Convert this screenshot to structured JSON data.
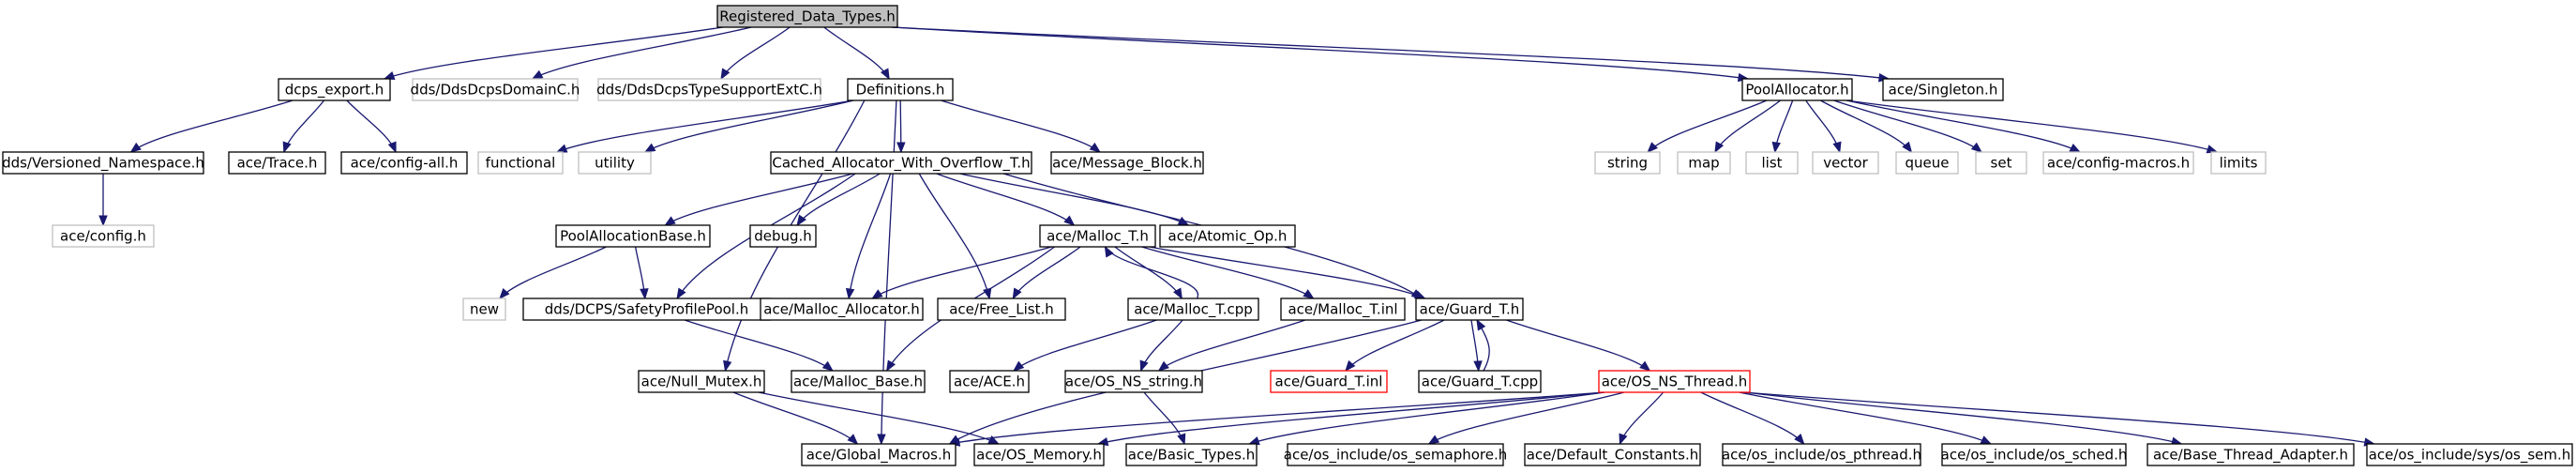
{
  "diagram": {
    "colors": {
      "edge": "#191970",
      "root_fill": "#bfbfbf",
      "doc_border": "#000000",
      "external_border": "#bfbfbf",
      "incomplete_border": "#ff0000"
    },
    "nodes": [
      {
        "id": "root",
        "label": "Registered_Data_Types.h",
        "kind": "root"
      },
      {
        "id": "dcps_export",
        "label": "dcps_export.h",
        "kind": "doc"
      },
      {
        "id": "domainC",
        "label": "dds/DdsDcpsDomainC.h",
        "kind": "ext"
      },
      {
        "id": "typesupport",
        "label": "dds/DdsDcpsTypeSupportExtC.h",
        "kind": "ext"
      },
      {
        "id": "definitions",
        "label": "Definitions.h",
        "kind": "doc"
      },
      {
        "id": "poolalloc",
        "label": "PoolAllocator.h",
        "kind": "doc"
      },
      {
        "id": "singleton",
        "label": "ace/Singleton.h",
        "kind": "doc"
      },
      {
        "id": "versioned",
        "label": "dds/Versioned_Namespace.h",
        "kind": "doc"
      },
      {
        "id": "trace",
        "label": "ace/Trace.h",
        "kind": "doc"
      },
      {
        "id": "configall",
        "label": "ace/config-all.h",
        "kind": "doc"
      },
      {
        "id": "functional",
        "label": "functional",
        "kind": "ext"
      },
      {
        "id": "utility",
        "label": "utility",
        "kind": "ext"
      },
      {
        "id": "cached",
        "label": "Cached_Allocator_With_Overflow_T.h",
        "kind": "doc"
      },
      {
        "id": "msgblock",
        "label": "ace/Message_Block.h",
        "kind": "doc"
      },
      {
        "id": "string",
        "label": "string",
        "kind": "ext"
      },
      {
        "id": "map",
        "label": "map",
        "kind": "ext"
      },
      {
        "id": "list",
        "label": "list",
        "kind": "ext"
      },
      {
        "id": "vector",
        "label": "vector",
        "kind": "ext"
      },
      {
        "id": "queue",
        "label": "queue",
        "kind": "ext"
      },
      {
        "id": "set",
        "label": "set",
        "kind": "ext"
      },
      {
        "id": "configmacros",
        "label": "ace/config-macros.h",
        "kind": "ext"
      },
      {
        "id": "limits",
        "label": "limits",
        "kind": "ext"
      },
      {
        "id": "aceconfig",
        "label": "ace/config.h",
        "kind": "ext"
      },
      {
        "id": "poolbase",
        "label": "PoolAllocationBase.h",
        "kind": "doc"
      },
      {
        "id": "debug",
        "label": "debug.h",
        "kind": "doc"
      },
      {
        "id": "mallocT",
        "label": "ace/Malloc_T.h",
        "kind": "doc"
      },
      {
        "id": "atomic",
        "label": "ace/Atomic_Op.h",
        "kind": "doc"
      },
      {
        "id": "new",
        "label": "new",
        "kind": "ext"
      },
      {
        "id": "safety",
        "label": "dds/DCPS/SafetyProfilePool.h",
        "kind": "doc"
      },
      {
        "id": "mallocalloc",
        "label": "ace/Malloc_Allocator.h",
        "kind": "doc"
      },
      {
        "id": "freelist",
        "label": "ace/Free_List.h",
        "kind": "doc"
      },
      {
        "id": "mallocTcpp",
        "label": "ace/Malloc_T.cpp",
        "kind": "doc"
      },
      {
        "id": "mallocTinl",
        "label": "ace/Malloc_T.inl",
        "kind": "doc"
      },
      {
        "id": "guardT",
        "label": "ace/Guard_T.h",
        "kind": "doc"
      },
      {
        "id": "nullmutex",
        "label": "ace/Null_Mutex.h",
        "kind": "doc"
      },
      {
        "id": "mallocbase",
        "label": "ace/Malloc_Base.h",
        "kind": "doc"
      },
      {
        "id": "aceh",
        "label": "ace/ACE.h",
        "kind": "doc"
      },
      {
        "id": "osnsstring",
        "label": "ace/OS_NS_string.h",
        "kind": "doc"
      },
      {
        "id": "guardTinl",
        "label": "ace/Guard_T.inl",
        "kind": "red"
      },
      {
        "id": "guardTcpp",
        "label": "ace/Guard_T.cpp",
        "kind": "doc"
      },
      {
        "id": "osnsthread",
        "label": "ace/OS_NS_Thread.h",
        "kind": "red"
      },
      {
        "id": "globalmacros",
        "label": "ace/Global_Macros.h",
        "kind": "doc"
      },
      {
        "id": "osmemory",
        "label": "ace/OS_Memory.h",
        "kind": "doc"
      },
      {
        "id": "basictypes",
        "label": "ace/Basic_Types.h",
        "kind": "doc"
      },
      {
        "id": "ossemaphore",
        "label": "ace/os_include/os_semaphore.h",
        "kind": "doc"
      },
      {
        "id": "defconst",
        "label": "ace/Default_Constants.h",
        "kind": "doc"
      },
      {
        "id": "ospthread",
        "label": "ace/os_include/os_pthread.h",
        "kind": "doc"
      },
      {
        "id": "ossched",
        "label": "ace/os_include/os_sched.h",
        "kind": "doc"
      },
      {
        "id": "basethread",
        "label": "ace/Base_Thread_Adapter.h",
        "kind": "doc"
      },
      {
        "id": "syssem",
        "label": "ace/os_include/sys/os_sem.h",
        "kind": "doc"
      }
    ],
    "edges": [
      [
        "root",
        "dcps_export"
      ],
      [
        "root",
        "domainC"
      ],
      [
        "root",
        "typesupport"
      ],
      [
        "root",
        "definitions"
      ],
      [
        "root",
        "poolalloc"
      ],
      [
        "root",
        "singleton"
      ],
      [
        "dcps_export",
        "versioned"
      ],
      [
        "dcps_export",
        "trace"
      ],
      [
        "dcps_export",
        "configall"
      ],
      [
        "versioned",
        "aceconfig"
      ],
      [
        "definitions",
        "functional"
      ],
      [
        "definitions",
        "utility"
      ],
      [
        "definitions",
        "cached"
      ],
      [
        "definitions",
        "msgblock"
      ],
      [
        "definitions",
        "nullmutex"
      ],
      [
        "definitions",
        "globalmacros"
      ],
      [
        "poolalloc",
        "string"
      ],
      [
        "poolalloc",
        "map"
      ],
      [
        "poolalloc",
        "list"
      ],
      [
        "poolalloc",
        "vector"
      ],
      [
        "poolalloc",
        "queue"
      ],
      [
        "poolalloc",
        "set"
      ],
      [
        "poolalloc",
        "configmacros"
      ],
      [
        "poolalloc",
        "limits"
      ],
      [
        "cached",
        "poolbase"
      ],
      [
        "cached",
        "debug"
      ],
      [
        "cached",
        "mallocT"
      ],
      [
        "cached",
        "atomic"
      ],
      [
        "cached",
        "safety"
      ],
      [
        "cached",
        "mallocalloc"
      ],
      [
        "cached",
        "freelist"
      ],
      [
        "cached",
        "guardT"
      ],
      [
        "poolbase",
        "new"
      ],
      [
        "poolbase",
        "safety"
      ],
      [
        "safety",
        "mallocbase"
      ],
      [
        "mallocT",
        "mallocalloc"
      ],
      [
        "mallocT",
        "freelist"
      ],
      [
        "mallocT",
        "mallocTcpp"
      ],
      [
        "mallocT",
        "mallocTinl"
      ],
      [
        "mallocT",
        "guardT"
      ],
      [
        "mallocT",
        "mallocbase"
      ],
      [
        "mallocTcpp",
        "mallocT"
      ],
      [
        "mallocTcpp",
        "aceh"
      ],
      [
        "mallocTcpp",
        "osnsstring"
      ],
      [
        "mallocTinl",
        "osnsstring"
      ],
      [
        "guardT",
        "guardTinl"
      ],
      [
        "guardT",
        "guardTcpp"
      ],
      [
        "guardT",
        "osnsthread"
      ],
      [
        "guardT",
        "globalmacros"
      ],
      [
        "guardTcpp",
        "guardT"
      ],
      [
        "nullmutex",
        "globalmacros"
      ],
      [
        "nullmutex",
        "osmemory"
      ],
      [
        "osnsstring",
        "basictypes"
      ],
      [
        "osnsthread",
        "globalmacros"
      ],
      [
        "osnsthread",
        "osmemory"
      ],
      [
        "osnsthread",
        "basictypes"
      ],
      [
        "osnsthread",
        "ossemaphore"
      ],
      [
        "osnsthread",
        "defconst"
      ],
      [
        "osnsthread",
        "ospthread"
      ],
      [
        "osnsthread",
        "ossched"
      ],
      [
        "osnsthread",
        "basethread"
      ],
      [
        "osnsthread",
        "syssem"
      ]
    ]
  }
}
